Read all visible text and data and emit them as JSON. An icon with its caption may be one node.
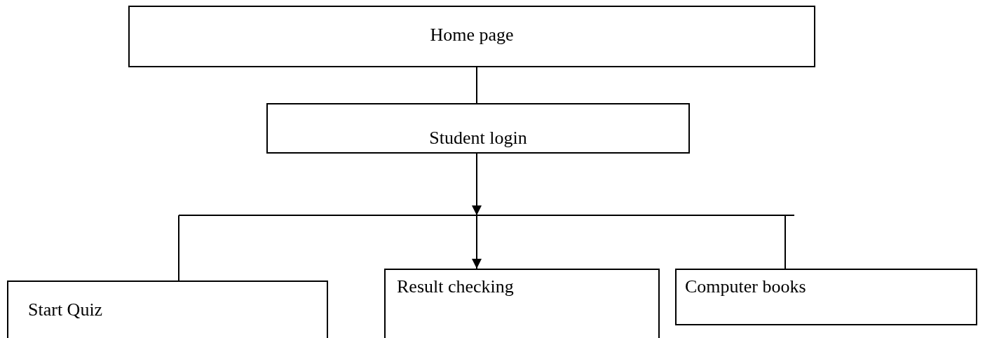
{
  "diagram": {
    "nodes": [
      {
        "text": [
          "Home page"
        ]
      },
      {
        "text": [
          "Student login"
        ]
      },
      {
        "text": [
          "Start Quiz"
        ]
      },
      {
        "text": [
          "Result checking"
        ]
      },
      {
        "text": [
          "Computer books"
        ]
      }
    ],
    "edges": [
      {
        "from": 0,
        "to": 1,
        "arrow": "none"
      },
      {
        "from": 1,
        "to": 2,
        "arrow": "none"
      },
      {
        "from": 1,
        "to": 3,
        "arrow": "to"
      },
      {
        "from": 1,
        "to": 4,
        "arrow": "none"
      }
    ]
  }
}
